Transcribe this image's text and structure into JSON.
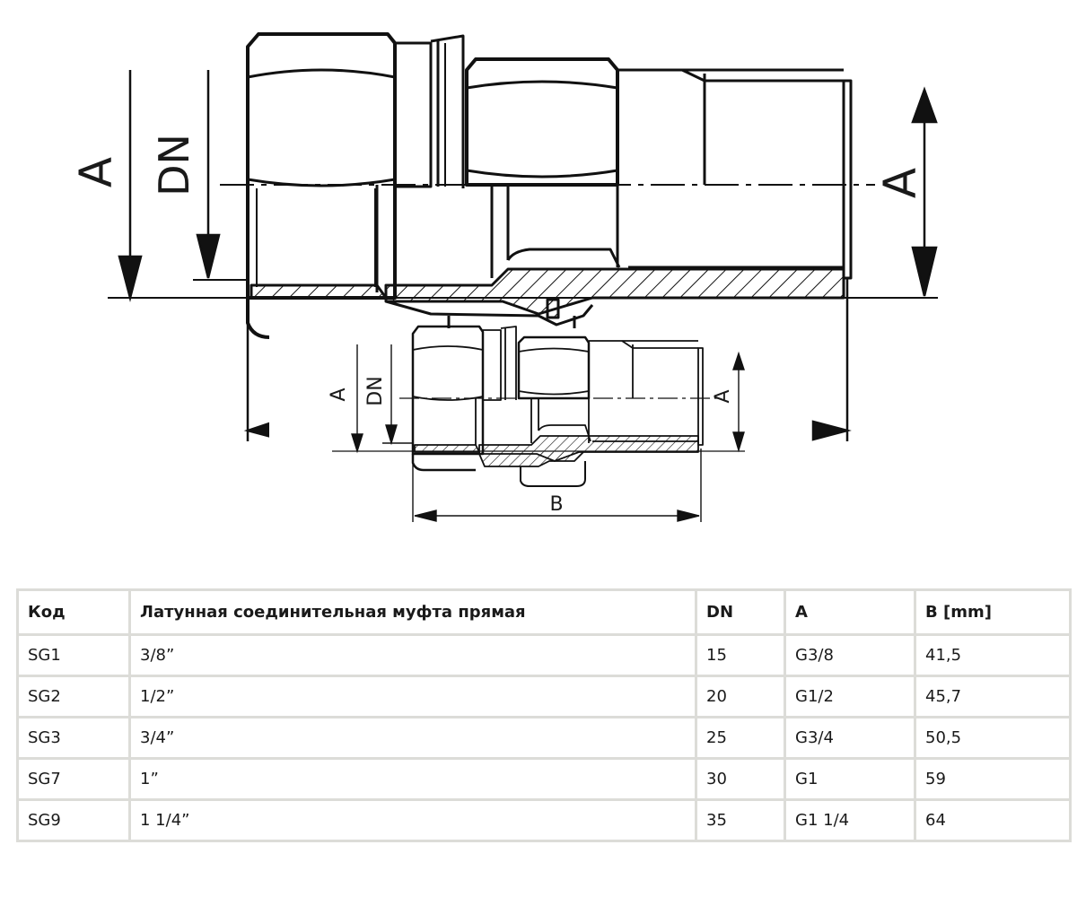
{
  "drawing": {
    "large": {
      "label_a_left": "A",
      "label_dn": "DN",
      "label_a_right": "A"
    },
    "small": {
      "label_a_left": "A",
      "label_dn": "DN",
      "label_a_right": "A",
      "label_b": "B"
    }
  },
  "table": {
    "headers": [
      "Код",
      "Латунная соединительная муфта прямая",
      "DN",
      "A",
      "B [mm]"
    ],
    "rows": [
      [
        "SG1",
        "3/8”",
        "15",
        "G3/8",
        "41,5"
      ],
      [
        "SG2",
        "1/2”",
        "20",
        "G1/2",
        "45,7"
      ],
      [
        "SG3",
        "3/4”",
        "25",
        "G3/4",
        "50,5"
      ],
      [
        "SG7",
        "1”",
        "30",
        "G1",
        "59"
      ],
      [
        "SG9",
        "1 1/4”",
        "35",
        "G1 1/4",
        "64"
      ]
    ]
  }
}
